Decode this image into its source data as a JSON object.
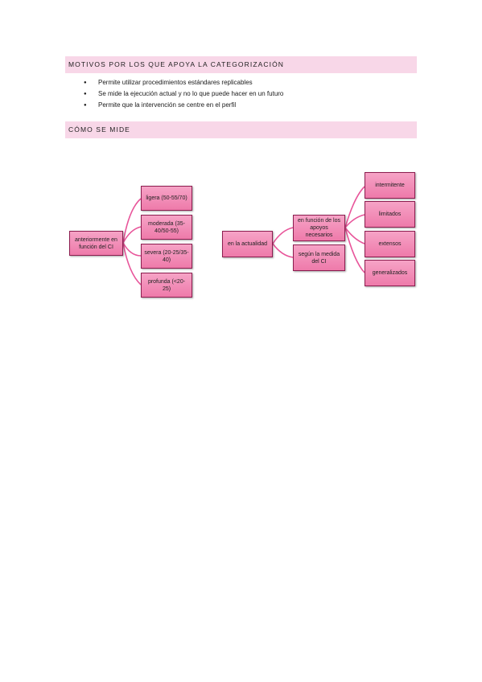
{
  "section1": {
    "title": "MOTIVOS POR LOS QUE APOYA LA CATEGORIZACIÓN"
  },
  "bullets": [
    "Permite utilizar procedimientos estándares replicables",
    "Se mide la ejecución actual y no lo que puede hacer en un futuro",
    "Permite que la intervención se centre en el perfil"
  ],
  "section2": {
    "title": "CÓMO SE MIDE"
  },
  "diagram_left": {
    "root": "anteriormente en función del CI",
    "children": [
      "ligera (50-55/70)",
      "moderada (35-40/50-55)",
      "severa (20-25/35-40)",
      "profunda (<20-25)"
    ]
  },
  "diagram_right": {
    "root": "en la actualidad",
    "mid": [
      "en función de los apoyos necesarios",
      "según la medida del CI"
    ],
    "leaves": [
      "intermitente",
      "limitados",
      "extensos",
      "generalizados"
    ]
  },
  "colors": {
    "header_bg": "#f8d7e8",
    "box_fill": "#f08cb6",
    "box_border": "#8c1d4f",
    "connector": "#e8559a"
  }
}
